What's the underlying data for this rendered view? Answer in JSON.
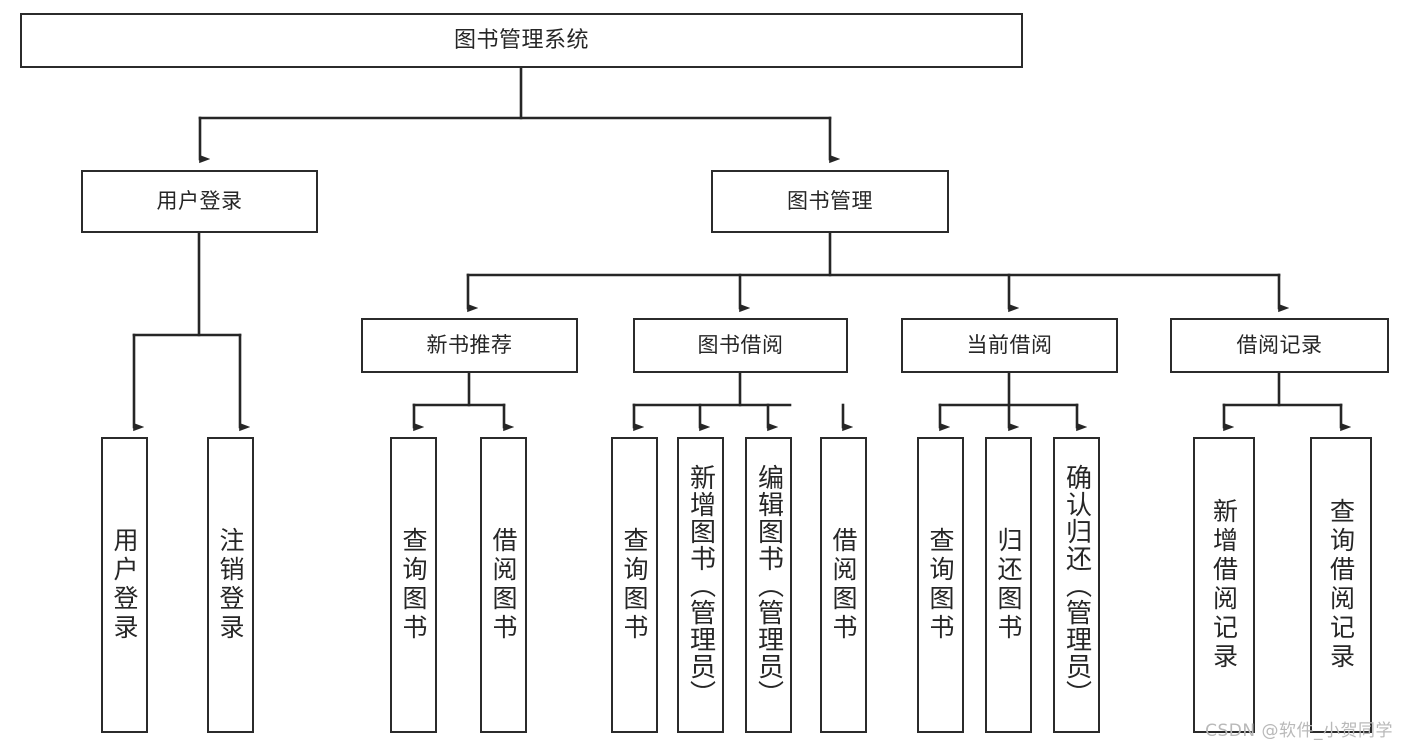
{
  "diagram": {
    "title": "图书管理系统",
    "type": "tree",
    "watermark": "CSDN @软件_小贺同学",
    "colors": {
      "box_border": "#2b2b2b",
      "box_fill": "#ffffff",
      "edge": "#262626",
      "text": "#262626",
      "watermark": "#b9b9b9",
      "background": "#ffffff"
    },
    "root": {
      "id": "root",
      "label": "图书管理系统",
      "orientation": "horizontal"
    },
    "level1": [
      {
        "id": "user-login",
        "label": "用户登录",
        "orientation": "horizontal"
      },
      {
        "id": "book-manage",
        "label": "图书管理",
        "orientation": "horizontal"
      }
    ],
    "level2": [
      {
        "id": "new-book-recommend",
        "label": "新书推荐",
        "parent": "book-manage",
        "orientation": "horizontal"
      },
      {
        "id": "book-borrow",
        "label": "图书借阅",
        "parent": "book-manage",
        "orientation": "horizontal"
      },
      {
        "id": "current-borrow",
        "label": "当前借阅",
        "parent": "book-manage",
        "orientation": "horizontal"
      },
      {
        "id": "borrow-record",
        "label": "借阅记录",
        "parent": "book-manage",
        "orientation": "horizontal"
      }
    ],
    "leaves": [
      {
        "id": "leaf-user-login",
        "label": "用户登录",
        "parent": "user-login",
        "orientation": "vertical"
      },
      {
        "id": "leaf-user-logout",
        "label": "注销登录",
        "parent": "user-login",
        "orientation": "vertical"
      },
      {
        "id": "leaf-query-book-1",
        "label": "查询图书",
        "parent": "new-book-recommend",
        "orientation": "vertical"
      },
      {
        "id": "leaf-borrow-book-1",
        "label": "借阅图书",
        "parent": "new-book-recommend",
        "orientation": "vertical"
      },
      {
        "id": "leaf-query-book-2",
        "label": "查询图书",
        "parent": "book-borrow",
        "orientation": "vertical"
      },
      {
        "id": "leaf-add-book",
        "label": "新增图书（管理员）",
        "parent": "book-borrow",
        "orientation": "vertical"
      },
      {
        "id": "leaf-edit-book",
        "label": "编辑图书（管理员）",
        "parent": "book-borrow",
        "orientation": "vertical"
      },
      {
        "id": "leaf-borrow-book-2",
        "label": "借阅图书",
        "parent": "book-borrow",
        "orientation": "vertical"
      },
      {
        "id": "leaf-query-book-3",
        "label": "查询图书",
        "parent": "current-borrow",
        "orientation": "vertical"
      },
      {
        "id": "leaf-return-book",
        "label": "归还图书",
        "parent": "current-borrow",
        "orientation": "vertical"
      },
      {
        "id": "leaf-confirm-return",
        "label": "确认归还（管理员）",
        "parent": "current-borrow",
        "orientation": "vertical"
      },
      {
        "id": "leaf-add-record",
        "label": "新增借阅记录",
        "parent": "borrow-record",
        "orientation": "vertical"
      },
      {
        "id": "leaf-query-record",
        "label": "查询借阅记录",
        "parent": "borrow-record",
        "orientation": "vertical"
      }
    ]
  }
}
